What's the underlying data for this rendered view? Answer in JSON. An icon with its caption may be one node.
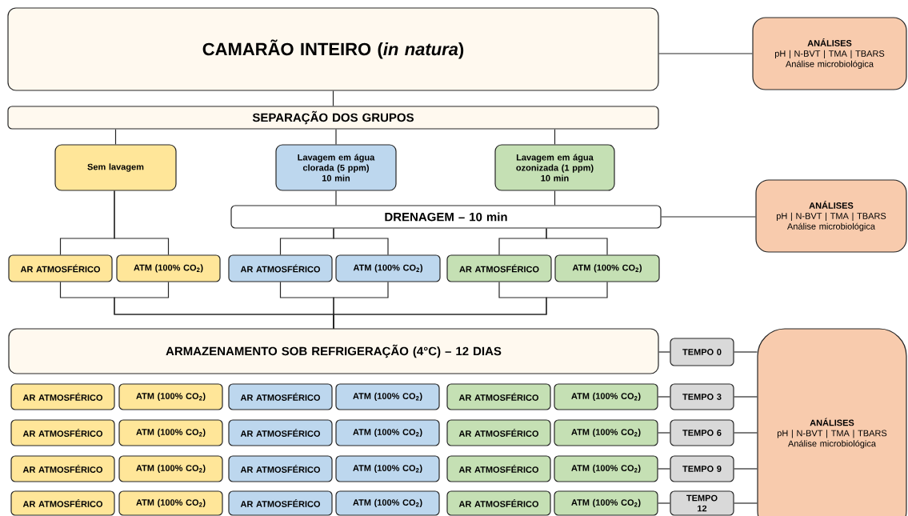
{
  "diagram": {
    "nodes": [
      {
        "text": [
          "CAMARÃO INTEIRO (*in natura*)"
        ]
      },
      {
        "text": [
          "ANÁLISES",
          "pH | N-BVT | TMA | TBARS",
          "Análise microbiológica"
        ]
      },
      {
        "text": [
          "SEPARAÇÃO DOS GRUPOS"
        ]
      },
      {
        "text": [
          "Sem lavagem"
        ]
      },
      {
        "text": [
          "Lavagem em água clorada (5 ppm)",
          "10 min"
        ]
      },
      {
        "text": [
          "Lavagem em água ozonizada (1 ppm)",
          "10 min"
        ]
      },
      {
        "text": [
          "DRENAGEM – 10 min"
        ]
      },
      {
        "text": [
          "ANÁLISES",
          "pH | N-BVT | TMA | TBARS",
          "Análise microbiológica"
        ]
      },
      {
        "text": [
          "AR ATMOSFÉRICO"
        ]
      },
      {
        "text": [
          "ATM (100% CO$_{2}$)"
        ]
      },
      {
        "text": [
          "AR ATMOSFÉRICO"
        ]
      },
      {
        "text": [
          "ATM (100% CO$_{2}$)"
        ]
      },
      {
        "text": [
          "AR ATMOSFÉRICO"
        ]
      },
      {
        "text": [
          "ATM (100% CO$_{2}$)"
        ]
      },
      {
        "text": [
          "ARMAZENAMENTO SOB REFRIGERAÇÃO (4°C) – 12 DIAS"
        ]
      },
      {
        "text": [
          "TEMPO 0"
        ]
      },
      {
        "text": [
          "ANÁLISES",
          "pH | N-BVT | TMA | TBARS",
          "Análise microbiológica"
        ]
      },
      {
        "text": [
          "AR ATMOSFÉRICO"
        ]
      },
      {
        "text": [
          "ATM (100% CO$_{2}$)"
        ]
      },
      {
        "text": [
          "AR ATMOSFÉRICO"
        ]
      },
      {
        "text": [
          "ATM (100% CO$_{2}$)"
        ]
      },
      {
        "text": [
          "AR ATMOSFÉRICO"
        ]
      },
      {
        "text": [
          "ATM (100% CO$_{2}$)"
        ]
      },
      {
        "text": [
          "TEMPO 3"
        ]
      },
      {
        "text": [
          "AR ATMOSFÉRICO"
        ]
      },
      {
        "text": [
          "ATM (100% CO$_{2}$)"
        ]
      },
      {
        "text": [
          "AR ATMOSFÉRICO"
        ]
      },
      {
        "text": [
          "ATM (100% CO$_{2}$)"
        ]
      },
      {
        "text": [
          "AR ATMOSFÉRICO"
        ]
      },
      {
        "text": [
          "ATM (100% CO$_{2}$)"
        ]
      },
      {
        "text": [
          "TEMPO 6"
        ]
      },
      {
        "text": [
          "AR ATMOSFÉRICO"
        ]
      },
      {
        "text": [
          "ATM (100% CO$_{2}$)"
        ]
      },
      {
        "text": [
          "AR ATMOSFÉRICO"
        ]
      },
      {
        "text": [
          "ATM (100% CO$_{2}$)"
        ]
      },
      {
        "text": [
          "AR ATMOSFÉRICO"
        ]
      },
      {
        "text": [
          "ATM (100% CO$_{2}$)"
        ]
      },
      {
        "text": [
          "TEMPO 9"
        ]
      },
      {
        "text": [
          "AR ATMOSFÉRICO"
        ]
      },
      {
        "text": [
          "ATM (100% CO$_{2}$)"
        ]
      },
      {
        "text": [
          "AR ATMOSFÉRICO"
        ]
      },
      {
        "text": [
          "ATM (100% CO$_{2}$)"
        ]
      },
      {
        "text": [
          "AR ATMOSFÉRICO"
        ]
      },
      {
        "text": [
          "ATM (100% CO$_{2}$)"
        ]
      },
      {
        "text": [
          "TEMPO 12"
        ]
      }
    ],
    "edges": [
      {
        "from": 0,
        "to": 1,
        "arrow": "none"
      },
      {
        "from": 0,
        "to": 2,
        "arrow": "none"
      },
      {
        "from": 2,
        "to": 3,
        "arrow": "none"
      },
      {
        "from": 2,
        "to": 4,
        "arrow": "none"
      },
      {
        "from": 2,
        "to": 5,
        "arrow": "none"
      },
      {
        "from": 4,
        "to": 6,
        "arrow": "none"
      },
      {
        "from": 5,
        "to": 6,
        "arrow": "none"
      },
      {
        "from": 6,
        "to": 7,
        "arrow": "none"
      },
      {
        "from": 3,
        "to": 8,
        "arrow": "none"
      },
      {
        "from": 3,
        "to": 9,
        "arrow": "none"
      },
      {
        "from": 6,
        "to": 10,
        "arrow": "none"
      },
      {
        "from": 6,
        "to": 11,
        "arrow": "none"
      },
      {
        "from": 6,
        "to": 12,
        "arrow": "none"
      },
      {
        "from": 6,
        "to": 13,
        "arrow": "none"
      },
      {
        "from": 8,
        "to": 14,
        "arrow": "none"
      },
      {
        "from": 9,
        "to": 14,
        "arrow": "none"
      },
      {
        "from": 10,
        "to": 14,
        "arrow": "none"
      },
      {
        "from": 11,
        "to": 14,
        "arrow": "none"
      },
      {
        "from": 12,
        "to": 14,
        "arrow": "none"
      },
      {
        "from": 13,
        "to": 14,
        "arrow": "none"
      },
      {
        "from": 14,
        "to": 15,
        "arrow": "none"
      },
      {
        "from": 15,
        "to": 16,
        "arrow": "none"
      },
      {
        "from": 22,
        "to": 23,
        "arrow": "none"
      },
      {
        "from": 23,
        "to": 16,
        "arrow": "none"
      },
      {
        "from": 29,
        "to": 30,
        "arrow": "none"
      },
      {
        "from": 30,
        "to": 16,
        "arrow": "none"
      },
      {
        "from": 36,
        "to": 37,
        "arrow": "none"
      },
      {
        "from": 37,
        "to": 16,
        "arrow": "none"
      },
      {
        "from": 43,
        "to": 44,
        "arrow": "none"
      },
      {
        "from": 44,
        "to": 16,
        "arrow": "none"
      }
    ]
  }
}
